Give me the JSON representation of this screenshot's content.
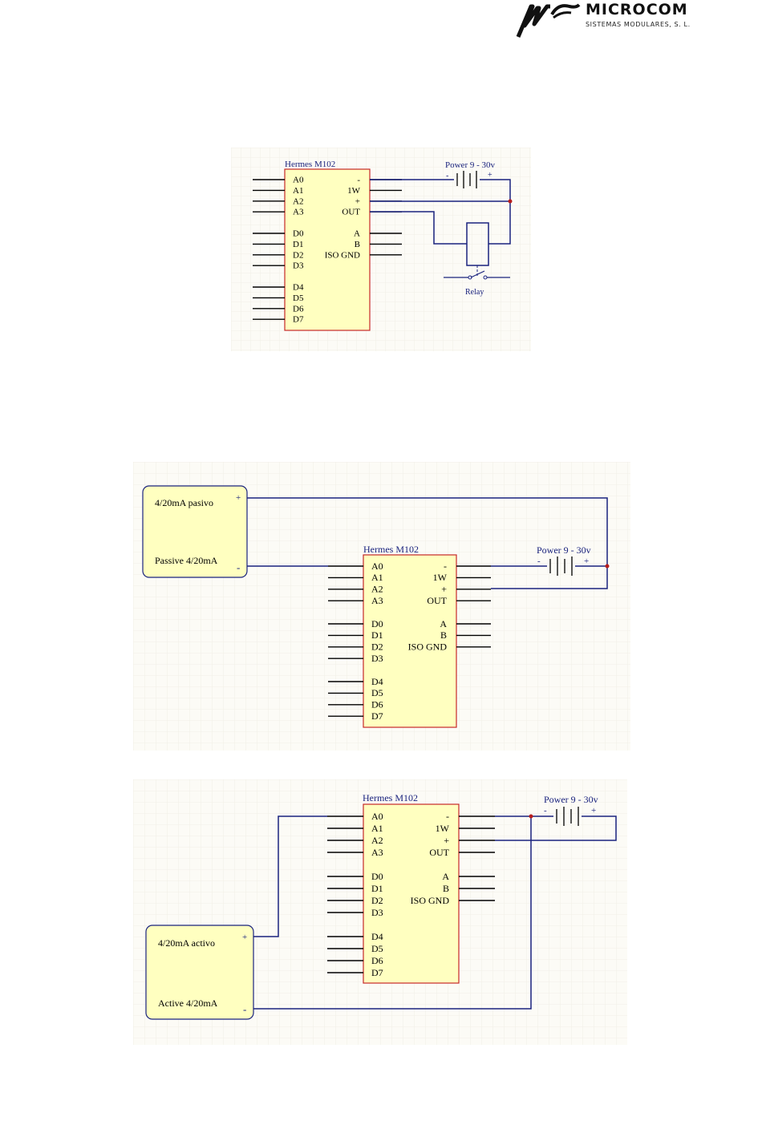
{
  "logo": {
    "name": "MICROCOM",
    "subtitle": "SISTEMAS MODULARES, S. L."
  },
  "colors": {
    "wire": "#1a237e",
    "pin": "#000000",
    "component_fill": "#ffffc0",
    "component_border": "#c62828",
    "sensor_border": "#1a237e",
    "junction": "#b71c1c",
    "canvas": "#fcfbf6",
    "grid": "#efece3"
  },
  "module": {
    "title": "Hermes M102",
    "left_pins": [
      "A0",
      "A1",
      "A2",
      "A3",
      "D0",
      "D1",
      "D2",
      "D3",
      "D4",
      "D5",
      "D6",
      "D7"
    ],
    "right_pins": [
      "-",
      "1W",
      "+",
      "OUT",
      "A",
      "B",
      "ISO GND"
    ]
  },
  "diagram1": {
    "power_label": "Power 9 - 30v",
    "power_minus": "-",
    "power_plus": "+",
    "relay_label": "Relay"
  },
  "diagram2": {
    "sensor_title": "4/20mA pasivo",
    "sensor_subtitle": "Passive 4/20mA",
    "sensor_plus": "+",
    "sensor_minus": "-",
    "power_label": "Power 9 - 30v",
    "power_minus": "-",
    "power_plus": "+"
  },
  "diagram3": {
    "sensor_title": "4/20mA activo",
    "sensor_subtitle": "Active 4/20mA",
    "sensor_plus": "+",
    "sensor_minus": "-",
    "power_label": "Power 9 - 30v",
    "power_minus": "-",
    "power_plus": "+"
  }
}
